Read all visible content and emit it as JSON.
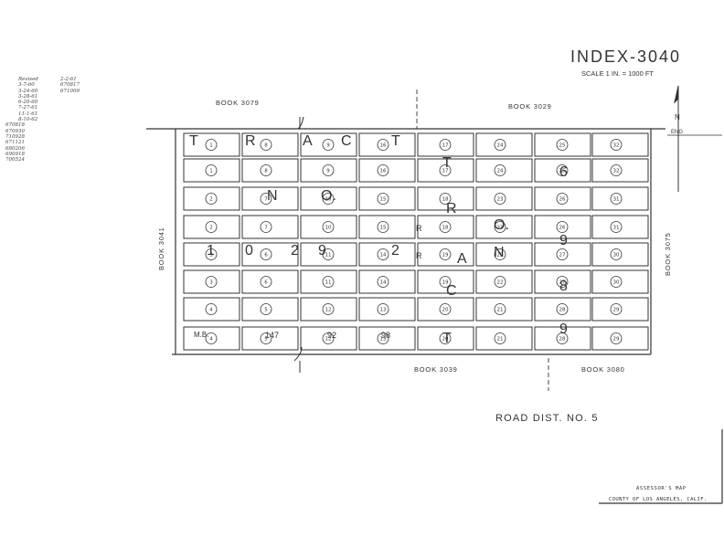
{
  "header": {
    "title": "INDEX-3040",
    "scale": "SCALE 1 IN. = 1000 FT"
  },
  "adjacent_books": {
    "top_left": "BOOK 3079",
    "top_right": "BOOK 3029",
    "left": "BOOK 3041",
    "right": "BOOK 3075",
    "bottom_center": "BOOK 3039",
    "bottom_right": "BOOK 3080"
  },
  "road_district": "ROAD DIST. NO. 5",
  "footer": {
    "line1": "ASSESSOR'S MAP",
    "line2": "COUNTY OF LOS ANGELES, CALIF."
  },
  "north_arrow": {
    "label": "N",
    "sub_label": "ENG"
  },
  "revisions": {
    "heading": "Revised",
    "dates": [
      "3-7-60",
      "3-24-60",
      "3-28-61",
      "6-20-60",
      "7-27-61",
      "11-1-61",
      "8-10-62",
      "670818",
      "670930",
      "710928",
      "671121",
      "680206",
      "690918",
      "700524"
    ],
    "right_column": [
      "2-2-61",
      "670817",
      "671009"
    ]
  },
  "tract_overlay": {
    "row1": [
      "T",
      "R",
      "A",
      "C",
      "T"
    ],
    "row2": [
      "N",
      "O."
    ],
    "row3": [
      "1",
      "0",
      "2",
      "9",
      "2"
    ],
    "mb": [
      "M.B.",
      "147",
      "92",
      "98"
    ],
    "vertical_tract": [
      "T",
      "R",
      "A",
      "C",
      "T"
    ],
    "vertical_no": [
      "N",
      "O."
    ],
    "vertical_number": [
      "6",
      "9",
      "8",
      "9"
    ],
    "vertical_rr": [
      "R",
      "R"
    ]
  },
  "grid": {
    "columns": 8,
    "rows": 8,
    "page_numbers": [
      [
        "1",
        "8",
        "9",
        "16",
        "17",
        "24",
        "25",
        "32"
      ],
      [
        "1",
        "8",
        "9",
        "16",
        "17",
        "24",
        "25",
        "32"
      ],
      [
        "2",
        "7",
        "10",
        "15",
        "18",
        "23",
        "26",
        "31"
      ],
      [
        "2",
        "7",
        "10",
        "15",
        "18",
        "23",
        "26",
        "31"
      ],
      [
        "3",
        "6",
        "11",
        "14",
        "19",
        "22",
        "27",
        "30"
      ],
      [
        "3",
        "6",
        "11",
        "14",
        "19",
        "22",
        "27",
        "30"
      ],
      [
        "4",
        "5",
        "12",
        "13",
        "20",
        "21",
        "28",
        "29"
      ],
      [
        "4",
        "5",
        "12",
        "13",
        "20",
        "21",
        "28",
        "29"
      ]
    ]
  },
  "colors": {
    "ink": "#333333",
    "paper": "#ffffff"
  }
}
